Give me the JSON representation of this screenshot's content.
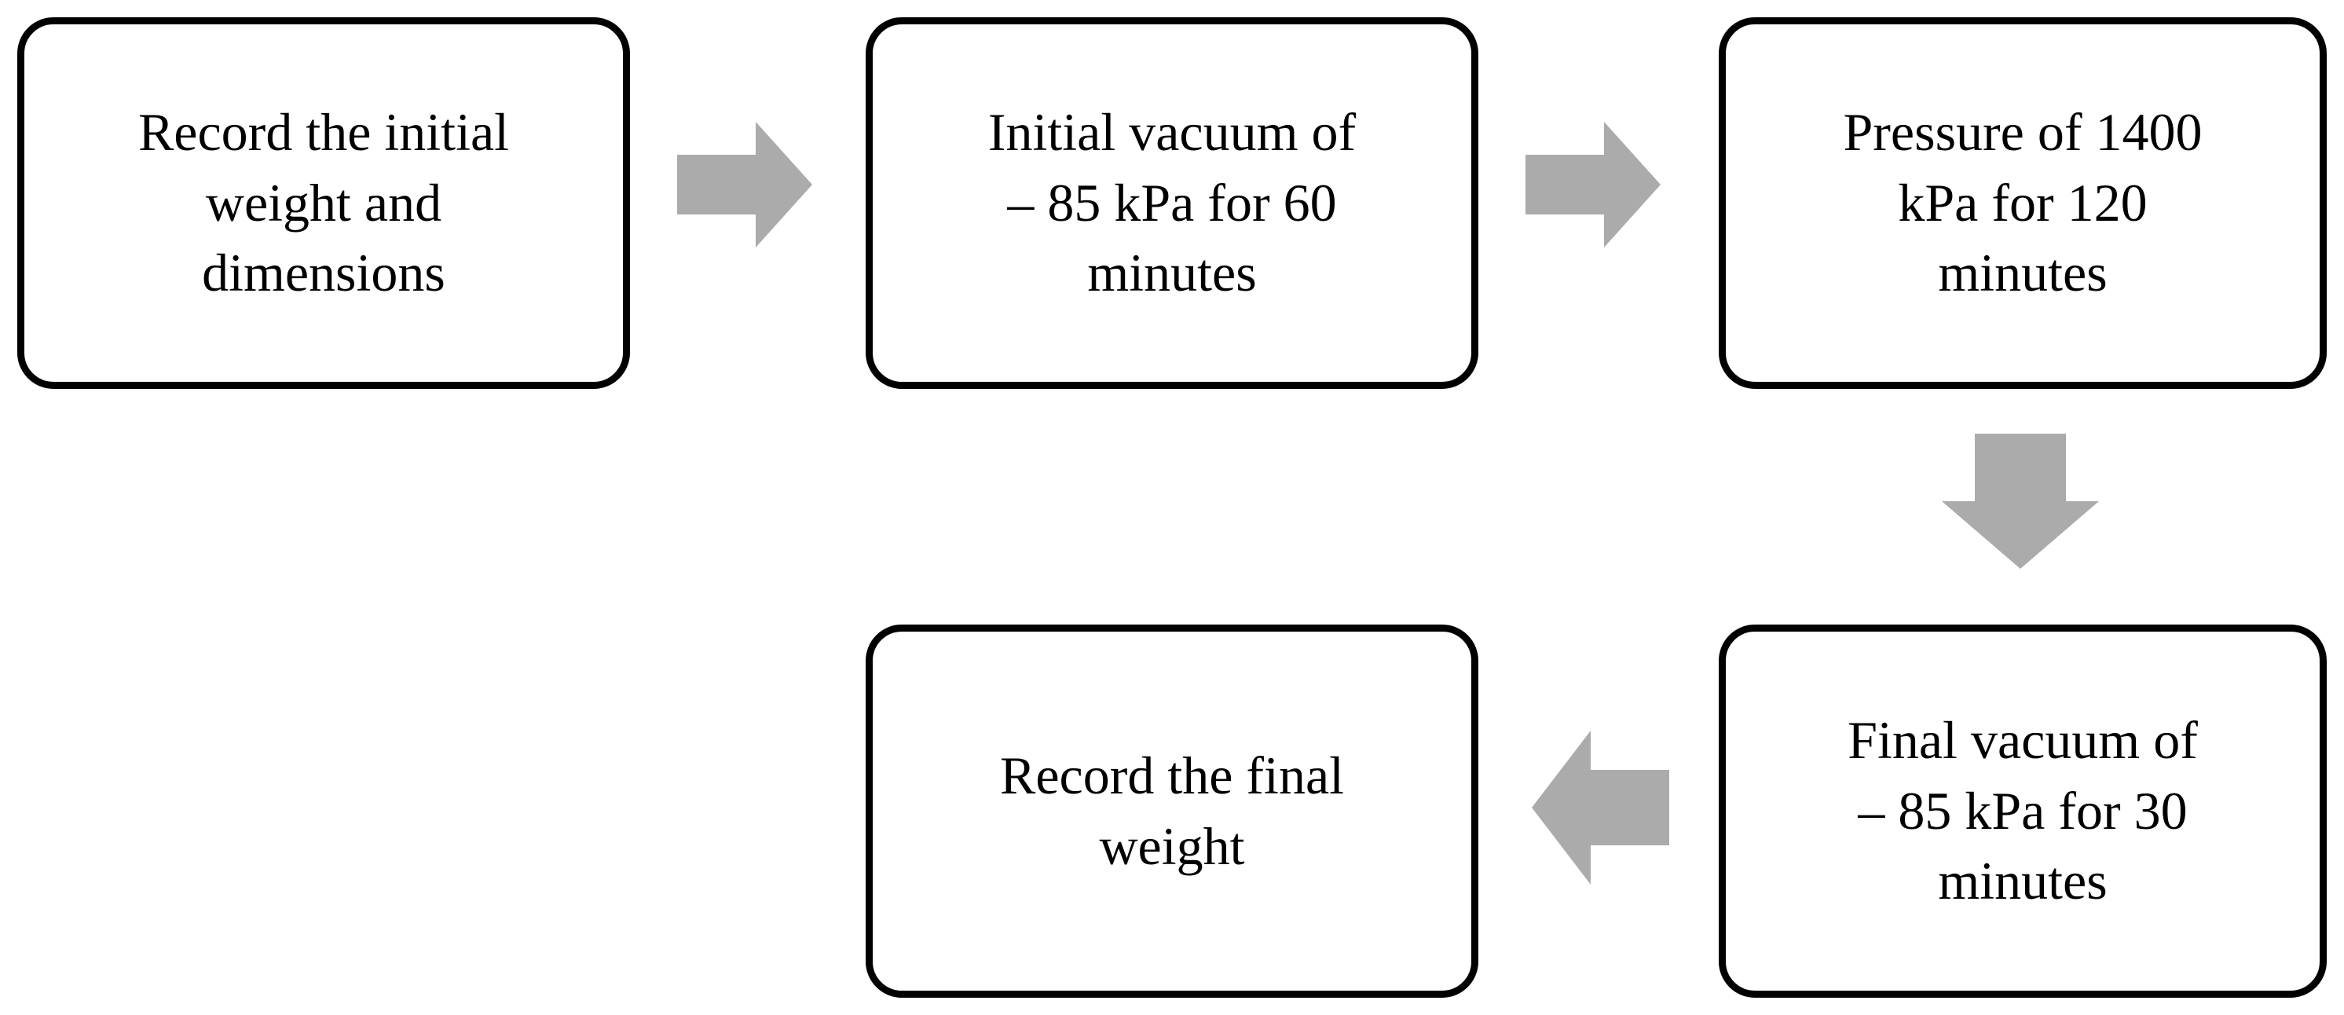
{
  "diagram": {
    "title": "Vacuum-pressure impregnation test procedure flowchart",
    "colors": {
      "background": "#ffffff",
      "node_stroke": "#000000",
      "node_fill": "#ffffff",
      "arrow_fill": "#ababab",
      "text": "#000000"
    },
    "nodes": [
      {
        "id": "record-initial",
        "name": "record-the-initial-weight-and-dimensions",
        "text": "Record the initial\nweight and\ndimensions"
      },
      {
        "id": "initial-vacuum",
        "name": "initial-vacuum-of-minus-85-kpa-for-60-minutes",
        "text": "Initial vacuum of\n– 85 kPa for 60\nminutes"
      },
      {
        "id": "pressure",
        "name": "pressure-of-1400-kpa-for-120-minutes",
        "text": "Pressure of 1400\nkPa for 120\nminutes"
      },
      {
        "id": "final-vacuum",
        "name": "final-vacuum-of-minus-85-kpa-for-30-minutes",
        "text": "Final vacuum of\n– 85 kPa for 30\nminutes"
      },
      {
        "id": "record-final",
        "name": "record-the-final-weight",
        "text": "Record the final\nweight"
      }
    ],
    "arrows": [
      {
        "id": "arrow-1",
        "icon": "arrow-right-icon",
        "direction": "right",
        "from": "record-initial",
        "to": "initial-vacuum"
      },
      {
        "id": "arrow-2",
        "icon": "arrow-right-icon",
        "direction": "right",
        "from": "initial-vacuum",
        "to": "pressure"
      },
      {
        "id": "arrow-3",
        "icon": "arrow-down-icon",
        "direction": "down",
        "from": "pressure",
        "to": "final-vacuum"
      },
      {
        "id": "arrow-4",
        "icon": "arrow-left-icon",
        "direction": "left",
        "from": "final-vacuum",
        "to": "record-final"
      }
    ]
  }
}
